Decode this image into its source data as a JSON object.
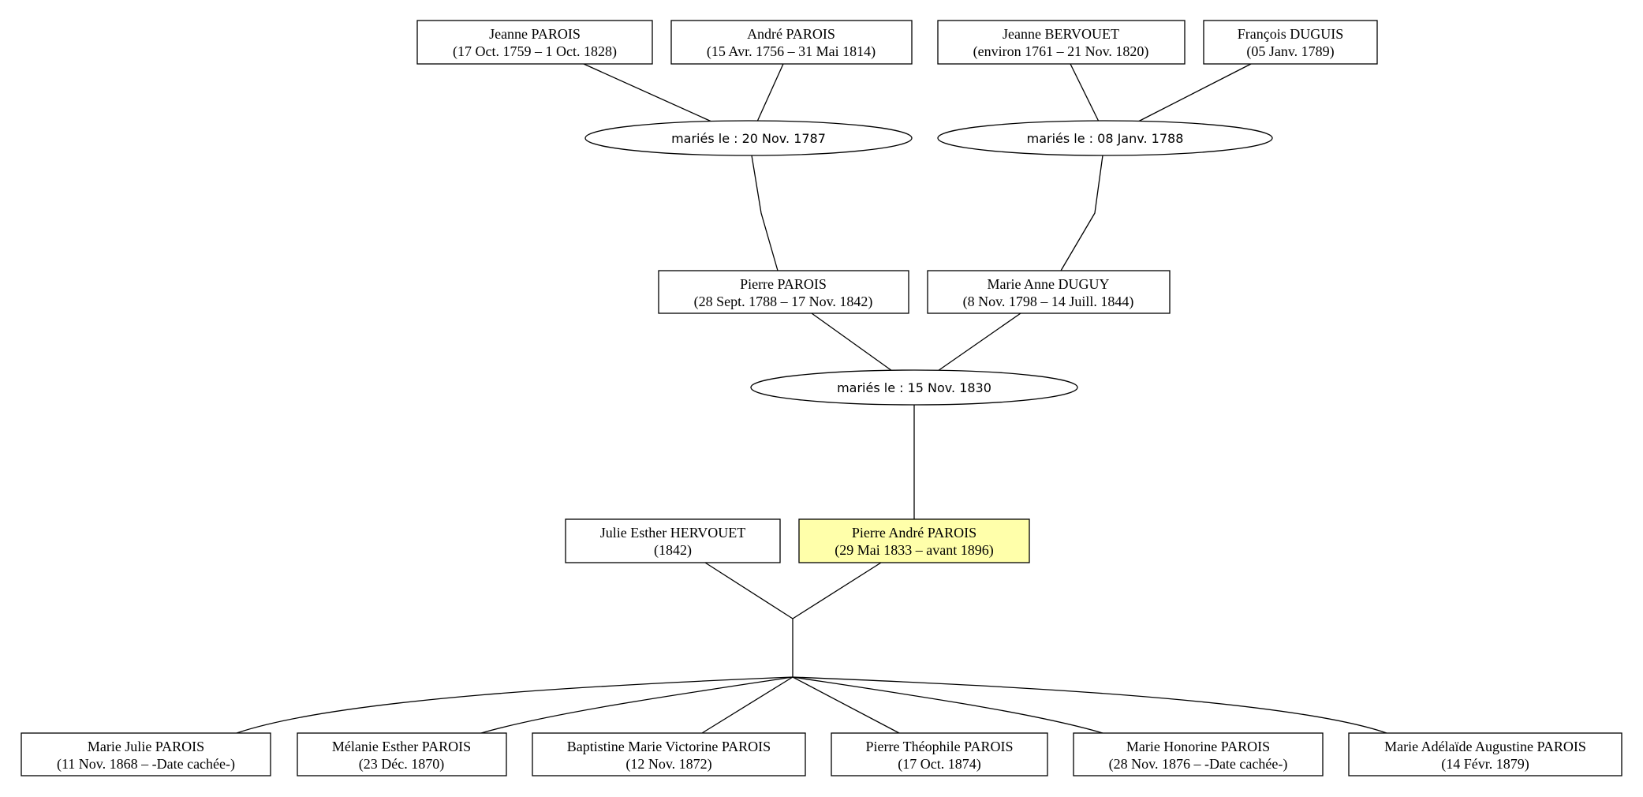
{
  "colors": {
    "highlight": "#ffffaa",
    "box_fill": "#ffffff",
    "line": "#000000"
  },
  "people": {
    "jeanne_parois": {
      "name": "Jeanne PAROIS",
      "dates": "(17 Oct. 1759 – 1 Oct. 1828)"
    },
    "andre_parois": {
      "name": "André PAROIS",
      "dates": "(15 Avr. 1756 – 31 Mai 1814)"
    },
    "jeanne_bervouet": {
      "name": "Jeanne BERVOUET",
      "dates": "(environ 1761 – 21 Nov. 1820)"
    },
    "francois_duguis": {
      "name": "François DUGUIS",
      "dates": "(05 Janv. 1789)"
    },
    "pierre_parois": {
      "name": "Pierre PAROIS",
      "dates": "(28 Sept. 1788 – 17 Nov. 1842)"
    },
    "marie_anne_duguy": {
      "name": "Marie Anne DUGUY",
      "dates": "(8 Nov. 1798 – 14 Juill. 1844)"
    },
    "julie_hervouet": {
      "name": "Julie Esther HERVOUET",
      "dates": "(1842)"
    },
    "pierre_andre": {
      "name": "Pierre André PAROIS",
      "dates": "(29 Mai 1833 – avant 1896)"
    },
    "child1": {
      "name": "Marie Julie PAROIS",
      "dates": "(11 Nov. 1868 – -Date cachée-)"
    },
    "child2": {
      "name": "Mélanie Esther PAROIS",
      "dates": "(23 Déc. 1870)"
    },
    "child3": {
      "name": "Baptistine Marie Victorine PAROIS",
      "dates": "(12 Nov. 1872)"
    },
    "child4": {
      "name": "Pierre Théophile PAROIS",
      "dates": "(17 Oct. 1874)"
    },
    "child5": {
      "name": "Marie Honorine PAROIS",
      "dates": "(28 Nov. 1876 – -Date cachée-)"
    },
    "child6": {
      "name": "Marie Adélaïde Augustine PAROIS",
      "dates": "(14 Févr. 1879)"
    }
  },
  "marriages": {
    "m1": {
      "label": "mariés le : 20 Nov. 1787"
    },
    "m2": {
      "label": "mariés le : 08 Janv. 1788"
    },
    "m3": {
      "label": "mariés le : 15 Nov. 1830"
    }
  }
}
